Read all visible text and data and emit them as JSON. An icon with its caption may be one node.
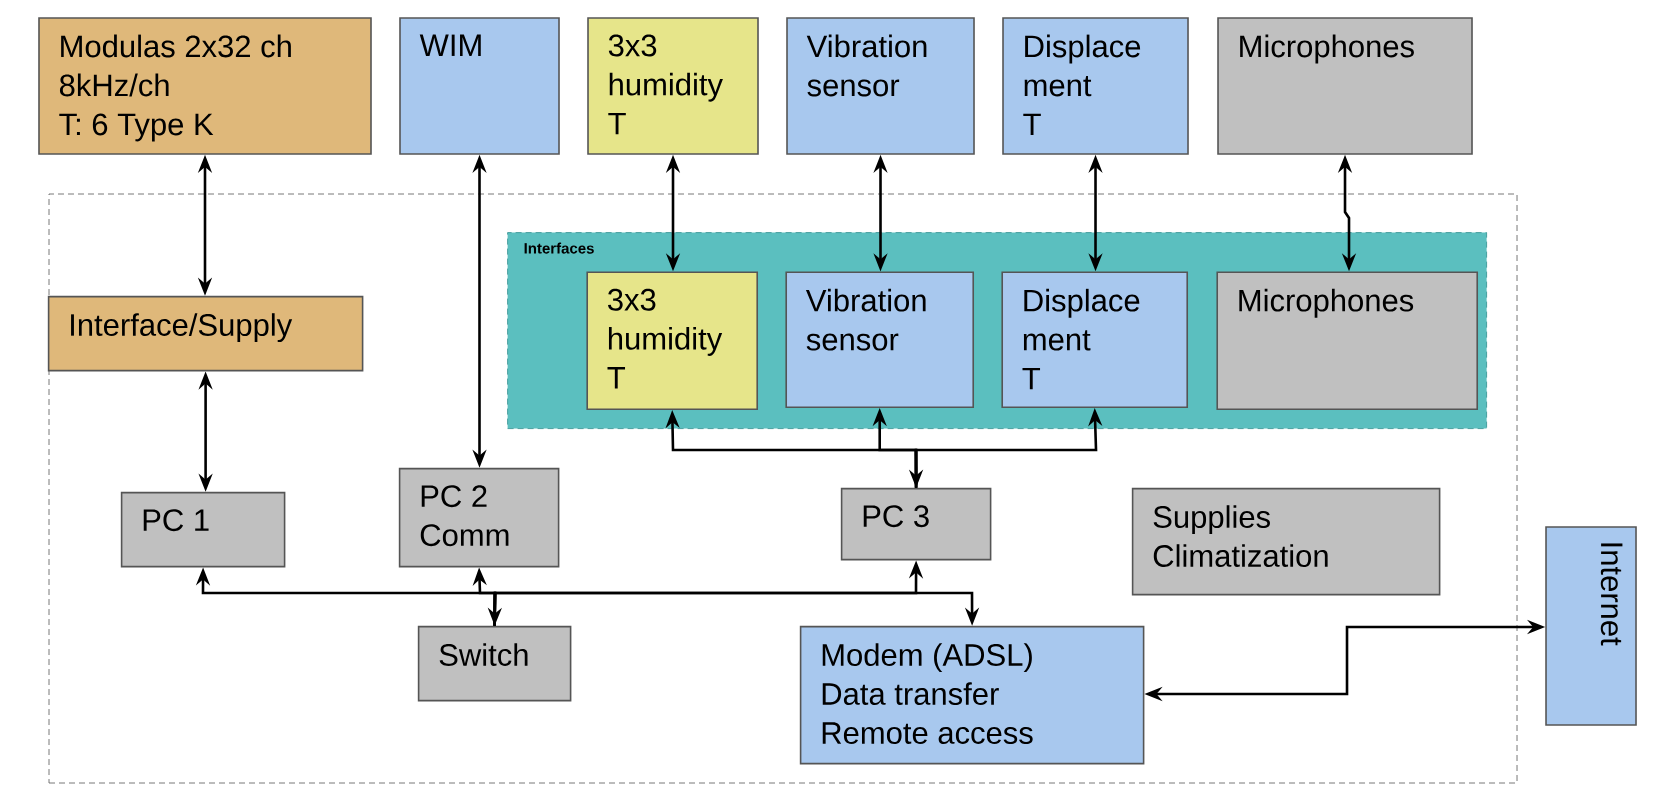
{
  "diagram": {
    "nodes": [
      {
        "text": [
          "Modulas 2x32 ch",
          "8kHz/ch",
          "T: 6 Type K"
        ]
      },
      {
        "text": [
          "WIM"
        ]
      },
      {
        "text": [
          "3x3",
          "humidity",
          "T"
        ]
      },
      {
        "text": [
          "Vibration",
          "sensor"
        ]
      },
      {
        "text": [
          "Displace",
          "ment",
          "T"
        ]
      },
      {
        "text": [
          "Microphones"
        ]
      },
      {
        "text": [],
        "shape": "box"
      },
      {
        "text": [
          "Interfaces"
        ],
        "in": 6
      },
      {
        "text": [
          "3x3",
          "humidity",
          "T"
        ],
        "in": 7
      },
      {
        "text": [
          "Vibration",
          "sensor"
        ],
        "in": 7
      },
      {
        "text": [
          "Displace",
          "ment",
          "T"
        ],
        "in": 7
      },
      {
        "text": [
          "Microphones"
        ],
        "in": 7
      },
      {
        "text": [
          "Interface/Supply"
        ],
        "in": 6
      },
      {
        "text": [
          "PC 1"
        ],
        "in": 6
      },
      {
        "text": [
          "PC 2",
          "Comm"
        ],
        "in": 6
      },
      {
        "text": [
          "PC 3"
        ],
        "in": 6
      },
      {
        "text": [
          "Supplies",
          "Climatization"
        ],
        "in": 6
      },
      {
        "text": [
          "Switch"
        ],
        "in": 6
      },
      {
        "text": [
          "Modem (ADSL)",
          "Data transfer",
          "Remote access"
        ],
        "in": 6
      },
      {
        "text": [
          "Internet"
        ]
      }
    ],
    "edges": [
      {
        "from": 0,
        "to": 12,
        "arrow": "both"
      },
      {
        "from": 12,
        "to": 13,
        "arrow": "both"
      },
      {
        "from": 1,
        "to": 14,
        "arrow": "both"
      },
      {
        "from": 2,
        "to": 8,
        "arrow": "both"
      },
      {
        "from": 3,
        "to": 9,
        "arrow": "both"
      },
      {
        "from": 4,
        "to": 10,
        "arrow": "both"
      },
      {
        "from": 5,
        "to": 11,
        "arrow": "both"
      },
      {
        "from": 15,
        "to": 8,
        "arrow": "both"
      },
      {
        "from": 15,
        "to": 9,
        "arrow": "both"
      },
      {
        "from": 15,
        "to": 10,
        "arrow": "both"
      },
      {
        "from": 17,
        "to": 13,
        "arrow": "both"
      },
      {
        "from": 17,
        "to": 14,
        "arrow": "both"
      },
      {
        "from": 17,
        "to": 15,
        "arrow": "both"
      },
      {
        "from": 17,
        "to": 18,
        "arrow": "both"
      },
      {
        "from": 18,
        "to": 19,
        "arrow": "both"
      }
    ]
  }
}
